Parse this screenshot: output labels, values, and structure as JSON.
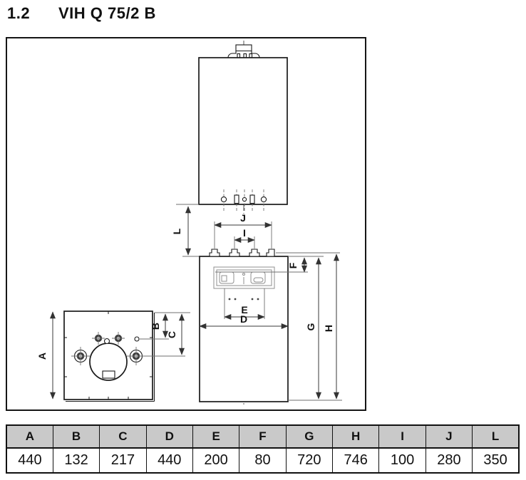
{
  "page_title": {
    "section": "1.2",
    "product": "VIH Q 75/2 B"
  },
  "diagram": {
    "labels": {
      "A": "A",
      "B": "B",
      "C": "C",
      "D": "D",
      "E": "E",
      "F": "F",
      "G": "G",
      "H": "H",
      "I": "I",
      "J": "J",
      "L": "L"
    }
  },
  "dimensions_table": {
    "headers": [
      "A",
      "B",
      "C",
      "D",
      "E",
      "F",
      "G",
      "H",
      "I",
      "J",
      "L"
    ],
    "values_mm": [
      "440",
      "132",
      "217",
      "440",
      "200",
      "80",
      "720",
      "746",
      "100",
      "280",
      "350"
    ]
  },
  "colors": {
    "table_header_bg": "#c9c9c9",
    "outline": "#1a1a1a",
    "dimension_line": "#3a3a3a",
    "hidden_line": "#8f8f8f"
  }
}
